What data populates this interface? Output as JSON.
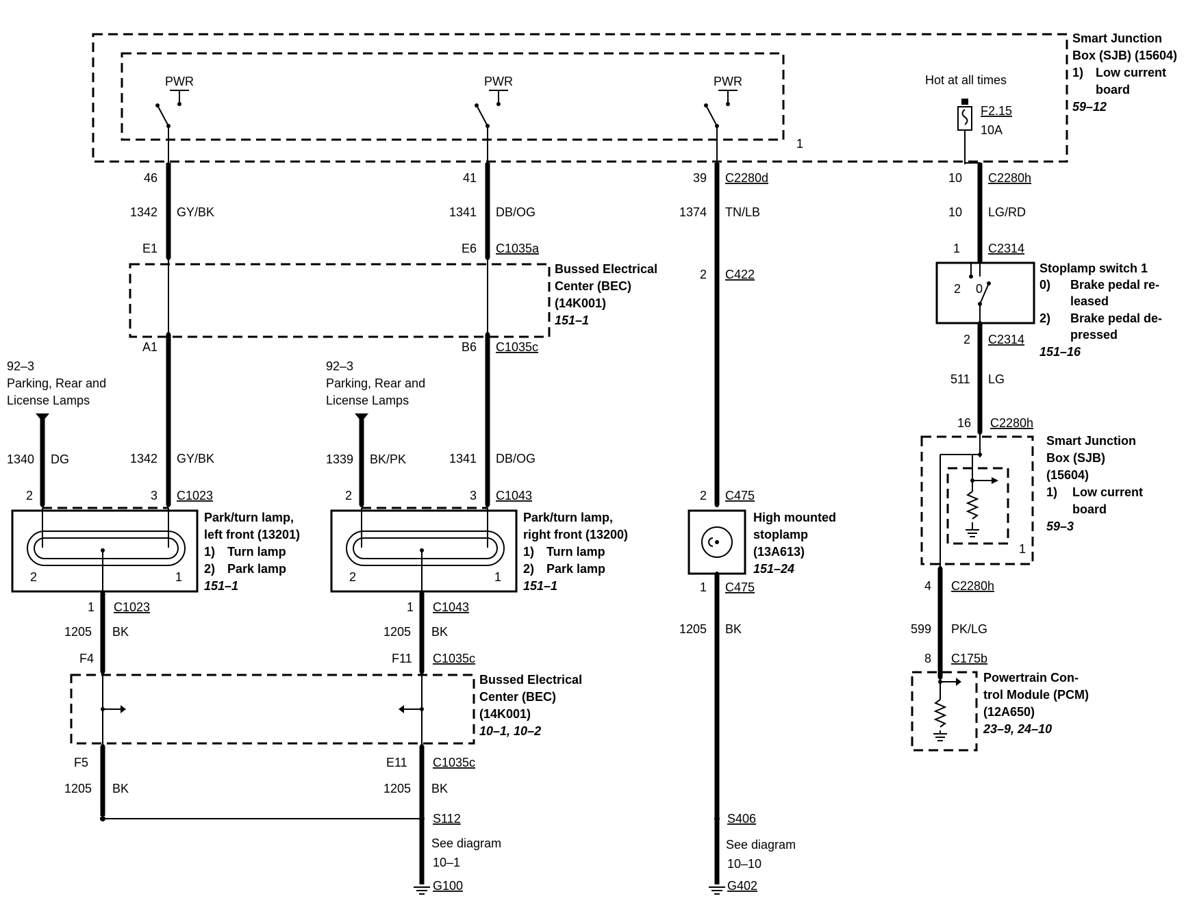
{
  "sjb_top": {
    "title1": "Smart Junction",
    "title2": "Box (SJB) (15604)",
    "n1": "1)",
    "item1a": "Low current",
    "item1b": "board",
    "ref": "59–12",
    "inner_num": "1",
    "pwr": "PWR",
    "hot": "Hot at all times",
    "fuse": "F2.15",
    "fuse_amp": "10A"
  },
  "wire1": {
    "pin": "46",
    "circuit": "1342",
    "color": "GY/BK",
    "bec_in": "E1",
    "bec_out": "A1",
    "circuit2": "1342",
    "color2": "GY/BK",
    "pin_lamp": "3",
    "conn_lamp": "C1023"
  },
  "wire2": {
    "pin": "41",
    "circuit": "1341",
    "color": "DB/OG",
    "bec_in": "E6",
    "conn_in": "C1035a",
    "bec_out": "B6",
    "conn_out": "C1035c",
    "circuit2": "1341",
    "color2": "DB/OG",
    "pin_lamp": "3",
    "conn_lamp": "C1043"
  },
  "wire3": {
    "pin": "39",
    "conn": "C2280d",
    "circuit": "1374",
    "color": "TN/LB",
    "pin_c422": "2",
    "conn_c422": "C422",
    "pin_c475": "2",
    "conn_c475": "C475",
    "pin_c475b": "1",
    "conn_c475b": "C475",
    "circuit_bk": "1205",
    "color_bk": "BK",
    "splice": "S406",
    "see1": "See diagram",
    "see2": "10–10",
    "ground": "G402"
  },
  "wire4": {
    "pin": "10",
    "conn": "C2280h",
    "circuit": "10",
    "color": "LG/RD",
    "pin_sw": "1",
    "conn_sw": "C2314",
    "sw_pos2": "2",
    "sw_pos0": "0",
    "pin_sw_out": "2",
    "conn_sw_out": "C2314",
    "circuit2": "511",
    "color2": "LG",
    "pin_sjb": "16",
    "conn_sjb": "C2280h",
    "pin_sjb_out": "4",
    "conn_sjb_out": "C2280h",
    "circuit3": "599",
    "color3": "PK/LG",
    "pin_pcm": "8",
    "conn_pcm": "C175b"
  },
  "bec_top": {
    "t1": "Bussed Electrical",
    "t2": "Center (BEC)",
    "t3": "(14K001)",
    "ref": "151–1"
  },
  "bec_bottom": {
    "t1": "Bussed Electrical",
    "t2": "Center (BEC)",
    "t3": "(14K001)",
    "ref": "10–1, 10–2"
  },
  "stoplamp_switch": {
    "title": "Stoplamp switch 1",
    "n0": "0)",
    "i0a": "Brake pedal re-",
    "i0b": "leased",
    "n2": "2)",
    "i2a": "Brake pedal de-",
    "i2b": "pressed",
    "ref": "151–16"
  },
  "sjb_mid": {
    "t1": "Smart Junction",
    "t2": "Box (SJB)",
    "t3": "(15604)",
    "n1": "1)",
    "i1a": "Low current",
    "i1b": "board",
    "ref": "59–3",
    "inner_num": "1"
  },
  "pcm": {
    "t1": "Powertrain Con-",
    "t2": "trol Module (PCM)",
    "t3": "(12A650)",
    "ref": "23–9, 24–10"
  },
  "left_feed": {
    "ref": "92–3",
    "l1": "Parking, Rear and",
    "l2": "License Lamps",
    "circuit": "1340",
    "color": "DG",
    "pin": "2"
  },
  "right_feed": {
    "ref": "92–3",
    "l1": "Parking, Rear and",
    "l2": "License Lamps",
    "circuit": "1339",
    "color": "BK/PK",
    "pin": "2"
  },
  "lamp_left": {
    "t1": "Park/turn lamp,",
    "t2": "left front (13201)",
    "n1": "1)",
    "i1": "Turn lamp",
    "n2": "2)",
    "i2": "Park lamp",
    "ref": "151–1",
    "pin_l": "2",
    "pin_r": "1"
  },
  "lamp_right": {
    "t1": "Park/turn lamp,",
    "t2": "right front (13200)",
    "n1": "1)",
    "i1": "Turn lamp",
    "n2": "2)",
    "i2": "Park lamp",
    "ref": "151–1",
    "pin_l": "2",
    "pin_r": "1"
  },
  "hmsl": {
    "t1": "High mounted",
    "t2": "stoplamp",
    "t3": "(13A613)",
    "ref": "151–24"
  },
  "ground_left": {
    "pin": "1",
    "conn": "C1023",
    "circuit": "1205",
    "color": "BK",
    "bec_in": "F4",
    "bec_out": "F5",
    "circuit2": "1205",
    "color2": "BK"
  },
  "ground_right": {
    "pin": "1",
    "conn": "C1043",
    "circuit": "1205",
    "color": "BK",
    "bec_in": "F11",
    "conn_in": "C1035c",
    "bec_out": "E11",
    "conn_out": "C1035c",
    "circuit2": "1205",
    "color2": "BK",
    "splice": "S112",
    "see1": "See diagram",
    "see2": "10–1",
    "ground": "G100"
  }
}
